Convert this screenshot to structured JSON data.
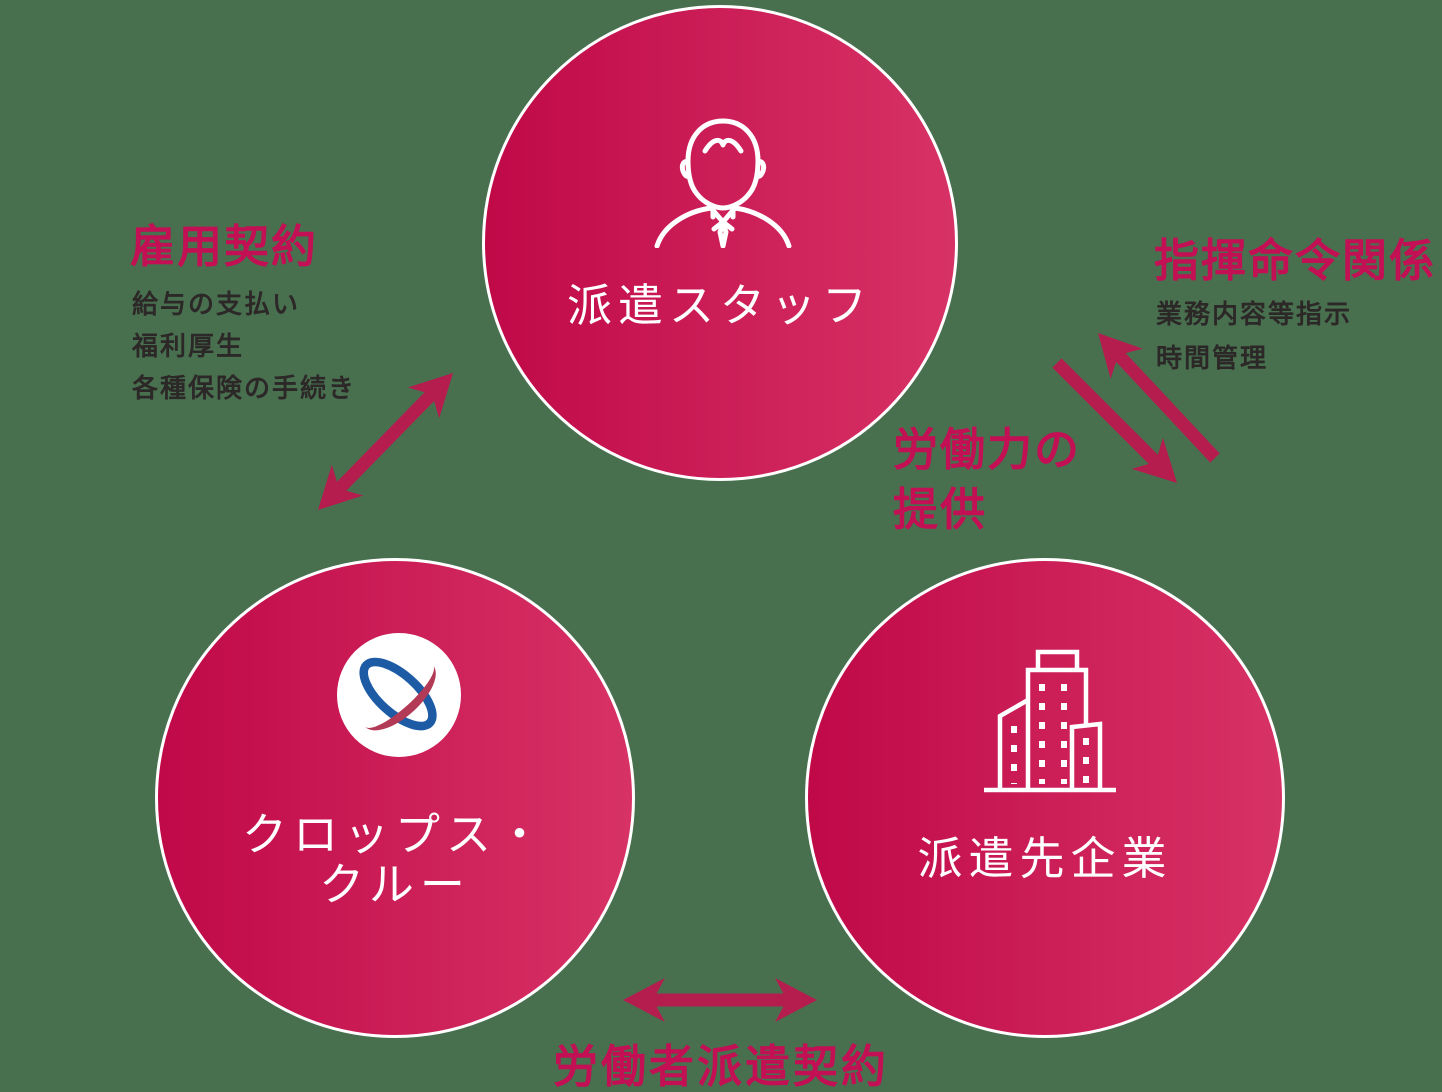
{
  "background": {
    "color": "#48704f"
  },
  "colors": {
    "bg": "#48704f",
    "accent": "#c30f53",
    "arrow": "#b51d4f",
    "grad1": "#c00948",
    "grad2": "#d73266",
    "dark": "#2d2828",
    "white": "#ffffff",
    "logoblue": "#1d5ca5",
    "logored": "#b23a56"
  },
  "nodes": {
    "staff": {
      "label": "派遣スタッフ",
      "icon": "person-icon"
    },
    "agency": {
      "label_line1": "クロップス・",
      "label_line2": "クルー",
      "icon": "crops-crew-logo"
    },
    "client": {
      "label": "派遣先企業",
      "icon": "building-icon"
    }
  },
  "relations": {
    "employment": {
      "title": "雇用契約",
      "details": [
        "給与の支払い",
        "福利厚生",
        "各種保険の手続き"
      ]
    },
    "command": {
      "title": "指揮命令関係",
      "details": [
        "業務内容等指示",
        "時間管理"
      ]
    },
    "labor_supply": {
      "line1": "労働力の",
      "line2": "提供"
    },
    "dispatch_contract": {
      "title": "労働者派遣契約"
    }
  }
}
